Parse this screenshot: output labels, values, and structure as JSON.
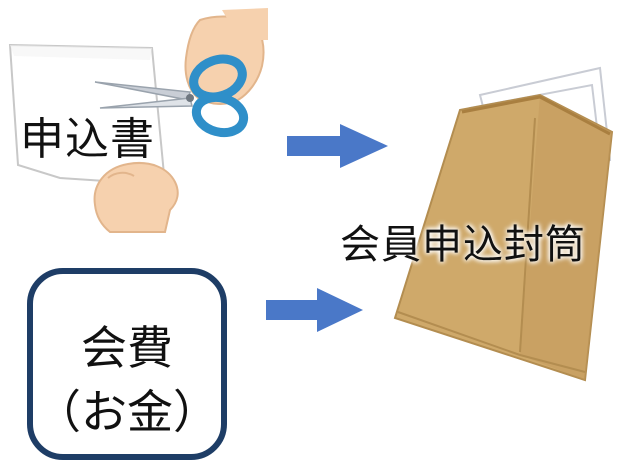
{
  "labels": {
    "application_form": "申込書",
    "envelope": "会員申込封筒"
  },
  "fee_box": {
    "title": "会費",
    "subtitle": "（お金）"
  },
  "icons": {
    "scissors": "scissors-icon",
    "envelope": "envelope-icon",
    "arrow": "arrow-right-icon"
  },
  "colors": {
    "arrow": "#4a78c8",
    "box_border": "#1e3d66",
    "envelope": "#cfa96a",
    "scissors_handle": "#2f8fc9",
    "skin": "#f6d1ae"
  }
}
